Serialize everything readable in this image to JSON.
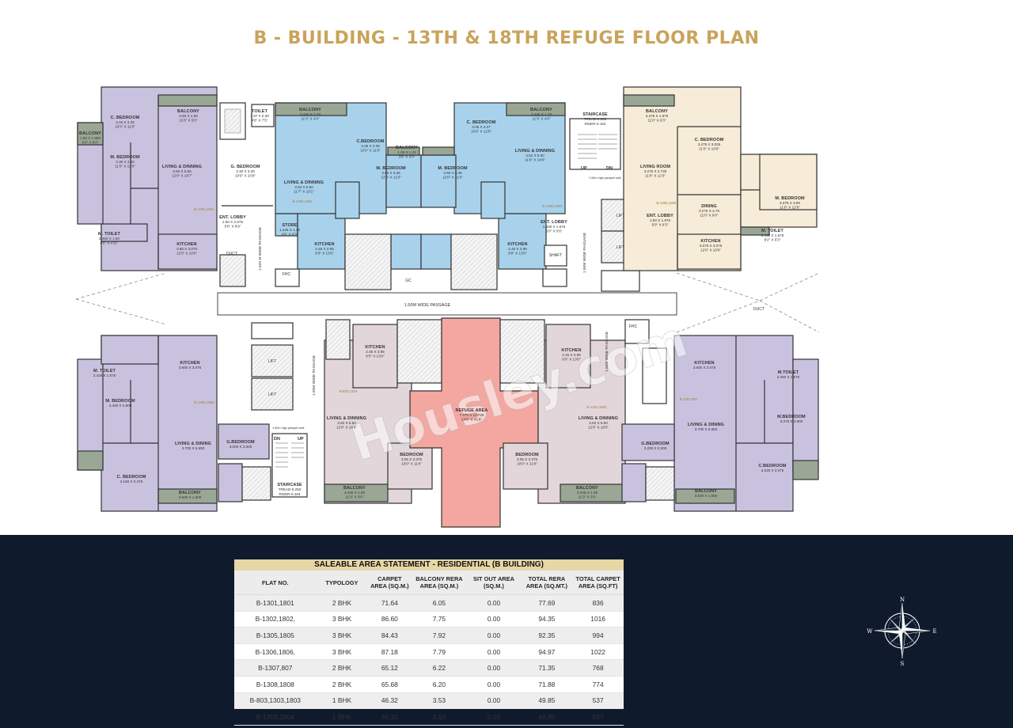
{
  "title": "B - BUILDING - 13TH & 18TH REFUGE FLOOR PLAN",
  "watermark": "Housley.com",
  "colors": {
    "title": "#c9a35a",
    "footer_bg": "#0f1b2d",
    "lavender": "#c9c2df",
    "blue": "#a8d2ec",
    "cream": "#f6ecd8",
    "pink_refuge": "#f3a7a0",
    "mauve": "#e3d6db",
    "balcony": "#9aa795"
  },
  "plan": {
    "rooms": [
      {
        "name": "C. BEDROOM",
        "dims": "3.15 X 3.35",
        "imperial": "10'3\" X 11'0\""
      },
      {
        "name": "BALCONY",
        "dims": "3.50 X 1.50",
        "imperial": "11'6\" X 5'0\""
      },
      {
        "name": "BALCONY",
        "dims": "1.50 X 1.850",
        "imperial": "5'0\" X 6'0\""
      },
      {
        "name": "LIVING & DINNING",
        "dims": "3.65 X 5.65",
        "imperial": "12'0\" X 18'7\""
      },
      {
        "name": "G. BEDROOM",
        "dims": "3.30 X 3.30",
        "imperial": "10'9\" X 10'9\""
      },
      {
        "name": "M. BEDROOM",
        "dims": "3.35 X 3.60",
        "imperial": "11'0\" X 12'0\""
      },
      {
        "name": "TOILET",
        "dims": "1.37 X 2.30",
        "imperial": "4'6\" X 7'5\""
      },
      {
        "name": "M. TOILET",
        "dims": "2.450 X 1.50",
        "imperial": "8'0\" X 4'11\""
      },
      {
        "name": "KITCHEN",
        "dims": "3.65 X 3.075",
        "imperial": "12'0\" X 10'0\""
      },
      {
        "name": "ENT. LOBBY",
        "dims": "1.50 X 2.675",
        "imperial": "5'0\" X 8'9\""
      },
      {
        "name": "BALCONY",
        "dims": "3.445 X 1.20",
        "imperial": "11'3\" X 4'0\""
      },
      {
        "name": "C.BEDROOM",
        "dims": "3.05 X 3.35",
        "imperial": "10'0\" X 11'0\""
      },
      {
        "name": "LIVING & DINNING",
        "dims": "3.52 X 5.50",
        "imperial": "11'7\" X 18'1\""
      },
      {
        "name": "M. BEDROOM",
        "dims": "3.65 X 3.35",
        "imperial": "12'0\" X 11'0\""
      },
      {
        "name": "KITCHEN",
        "dims": "2.45 X 3.95",
        "imperial": "8'0\" X 13'0\""
      },
      {
        "name": "STORE",
        "dims": "1.425 X 1.30",
        "imperial": "4'9\" X 4'3\""
      },
      {
        "name": "BALCONY",
        "dims": "1.08 X 1.22",
        "imperial": "3'6\" X 4'0\""
      },
      {
        "name": "C. BEDROOM",
        "dims": "3.05 X 3.37",
        "imperial": "10'0\" X 12'0\""
      },
      {
        "name": "BALCONY",
        "dims": "3.445 X 1.20",
        "imperial": "11'3\" X 4'0\""
      },
      {
        "name": "LIVING & DINNING",
        "dims": "3.52 X 5.50",
        "imperial": "11'6\" X 18'0\""
      },
      {
        "name": "M. BEDROOM",
        "dims": "3.65 X 3.35",
        "imperial": "12'0\" X 11'0\""
      },
      {
        "name": "KITCHEN",
        "dims": "2.45 X 3.95",
        "imperial": "8'0\" X 13'0\""
      },
      {
        "name": "ENT. LOBBY",
        "dims": "1.500 X 1.675",
        "imperial": "5'0\" X 5'6\""
      },
      {
        "name": "BALCONY",
        "dims": "3.375 X 1.875",
        "imperial": "11'0\" X 6'3\""
      },
      {
        "name": "C. BEDROOM",
        "dims": "3.275 X 3.025",
        "imperial": "11'0\" X 10'0\""
      },
      {
        "name": "LIVING ROOM",
        "dims": "3.275 X 3.735",
        "imperial": "11'0\" X 12'3\""
      },
      {
        "name": "DINING",
        "dims": "3.275 X 2.75",
        "imperial": "11'0\" X 9'0\""
      },
      {
        "name": "M. BEDROOM",
        "dims": "3.375 X 3.80",
        "imperial": "11'0\" X 12'6\""
      },
      {
        "name": "KITCHEN",
        "dims": "3.675 X 3.075",
        "imperial": "12'0\" X 10'0\""
      },
      {
        "name": "M. TOILET",
        "dims": "2.450 X 1.575",
        "imperial": "8'2\" X 5'3\""
      },
      {
        "name": "ENT. LOBBY",
        "dims": "1.50 X 1.975",
        "imperial": "5'0\" X 6'3\""
      },
      {
        "name": "KITCHEN",
        "dims": "3.600 X 3.075",
        "imperial": ""
      },
      {
        "name": "M. BEDROOM",
        "dims": "3.400 X 3.800",
        "imperial": ""
      },
      {
        "name": "LIVING & DINING",
        "dims": "3.700 X 5.650",
        "imperial": ""
      },
      {
        "name": "G.BEDROOM",
        "dims": "3.000 X 3.000",
        "imperial": ""
      },
      {
        "name": "C. BEDROOM",
        "dims": "3.150 X 3.375",
        "imperial": ""
      },
      {
        "name": "BALCONY",
        "dims": "3.500 X 1.500",
        "imperial": ""
      },
      {
        "name": "M. TOILET",
        "dims": "2.425 X 1.575",
        "imperial": ""
      },
      {
        "name": "KITCHEN",
        "dims": "2.45 X 3.95",
        "imperial": "8'0\" X 13'0\""
      },
      {
        "name": "LIVING & DINNING",
        "dims": "3.62 X 5.50",
        "imperial": "12'0\" X 18'0\""
      },
      {
        "name": "BEDROOM",
        "dims": "3.05 X 3.375",
        "imperial": "10'0\" X 11'0\""
      },
      {
        "name": "BALCONY",
        "dims": "3.445 X 1.05",
        "imperial": "11'3\" X 3'6\""
      },
      {
        "name": "REFUGE AREA",
        "dims": "7.475 X 12.725",
        "imperial": "24'6\" X 41'9\""
      },
      {
        "name": "KITCHEN",
        "dims": "2.45 X 3.95",
        "imperial": "8'0\" X 13'0\""
      },
      {
        "name": "LIVING & DINNING",
        "dims": "3.62 X 5.50",
        "imperial": "12'0\" X 18'0\""
      },
      {
        "name": "BEDROOM",
        "dims": "3.05 X 3.375",
        "imperial": "10'0\" X 11'0\""
      },
      {
        "name": "BALCONY",
        "dims": "3.445 X 1.05",
        "imperial": "11'3\" X 3'6\""
      },
      {
        "name": "KITCHEN",
        "dims": "3.600 X 3.075",
        "imperial": ""
      },
      {
        "name": "LIVING & DINING",
        "dims": "3.700 X 5.650",
        "imperial": ""
      },
      {
        "name": "M.BEDROOM",
        "dims": "3.375 X 3.800",
        "imperial": ""
      },
      {
        "name": "G.BEDROOM",
        "dims": "3.200 X 3.300",
        "imperial": ""
      },
      {
        "name": "C.BEDROOM",
        "dims": "3.225 X 3.375",
        "imperial": ""
      },
      {
        "name": "BALCONY",
        "dims": "3.500 X 1.500",
        "imperial": ""
      },
      {
        "name": "M.TOILET",
        "dims": "2.460 X 1.575",
        "imperial": ""
      }
    ],
    "labels": {
      "passage_main": "1.50M WIDE PASSAGE",
      "passage_vert_left": "1.525 M WIDE PASSAGE",
      "passage_vert_right": "1.90M WIDE PASSAGE",
      "passage_vert_mid": "1.90M WIDE PASSAGE",
      "passage_vert_mid2": "1.50M WIDE PASSAGE",
      "staircase_top": "STAIRCASE",
      "staircase_top_tread": "TREAD-0.250",
      "staircase_top_riser": "RISER-0.164",
      "staircase_bottom": "STAIRCASE",
      "staircase_bottom_tread": "TREAD-0.250",
      "staircase_bottom_riser": "RISER-0.164",
      "lift": "LIFT",
      "shaft": "SHAFT",
      "fhc": "FHC",
      "duct": "DUCT",
      "gc": "GC",
      "parapet": "1.50m high parapet wall",
      "up": "UP",
      "dn": "DN",
      "flat_b1301": "B-1301,1801",
      "flat_b1302": "B-1302,1802",
      "flat_b1305": "B-1305,1805",
      "flat_b1306": "B-1306,1806",
      "flat_b1307": "B-1307,807",
      "flat_b1308": "B-1308,1808",
      "flat_b803": "B-803,1303",
      "flat_b1304": "B-1304,1804"
    }
  },
  "table": {
    "title": "SALEABLE AREA STATEMENT - RESIDENTIAL  (B BUILDING)",
    "headers": [
      "FLAT NO.",
      "TYPOLOGY",
      "CARPET AREA (SQ.M.)",
      "BALCONY RERA AREA (SQ.M.)",
      "SIT OUT AREA (SQ.M.)",
      "TOTAL  RERA AREA (SQ.MT.)",
      "TOTAL  CARPET AREA (SQ.FT)"
    ],
    "rows": [
      [
        "B-1301,1801",
        "2 BHK",
        "71.64",
        "6.05",
        "0.00",
        "77.69",
        "836"
      ],
      [
        "B-1302,1802,",
        "3 BHK",
        "86.60",
        "7.75",
        "0.00",
        "94.35",
        "1016"
      ],
      [
        "B-1305,1805",
        "3 BHK",
        "84.43",
        "7.92",
        "0.00",
        "92.35",
        "994"
      ],
      [
        "B-1306,1806,",
        "3 BHK",
        "87.18",
        "7.79",
        "0.00",
        "94.97",
        "1022"
      ],
      [
        "B-1307,807",
        "2 BHK",
        "65.12",
        "6.22",
        "0.00",
        "71.35",
        "768"
      ],
      [
        "B-1308,1808",
        "2 BHK",
        "65.68",
        "6.20",
        "0.00",
        "71.88",
        "774"
      ],
      [
        "B-803,1303,1803",
        "1 BHK",
        "46.32",
        "3.53",
        "0.00",
        "49.85",
        "537"
      ],
      [
        "B-1304,1804",
        "1 BHK",
        "46.32",
        "3.53",
        "0.00",
        "49.85",
        "537"
      ]
    ]
  },
  "compass": {
    "n": "N",
    "s": "S",
    "e": "E",
    "w": "W"
  }
}
